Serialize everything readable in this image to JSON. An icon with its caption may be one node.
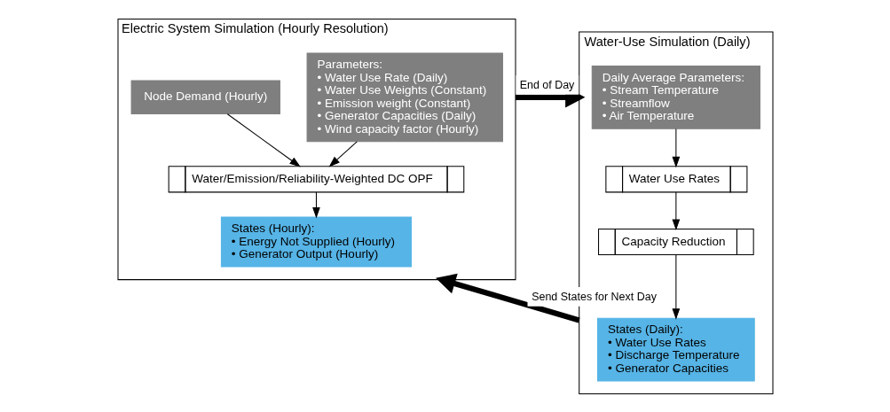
{
  "diagram": {
    "nodes": [
      {
        "text": [
          "Electric System Simulation (Hourly Resolution)"
        ]
      },
      {
        "text": [
          "Parameters:",
          "• Water Use Rate (Daily)",
          "• Water Use Weights (Constant)",
          "• Emission weight (Constant)",
          "• Generator Capacities (Daily)",
          "• Wind capacity factor (Hourly)"
        ],
        "in": 0
      },
      {
        "text": [
          "Node Demand (Hourly)"
        ],
        "in": 0
      },
      {
        "text": [
          "Water/Emission/Reliability-Weighted DC OPF"
        ],
        "in": 0
      },
      {
        "text": [
          "States (Hourly):",
          "• Energy Not Supplied (Hourly)",
          "• Generator Output (Hourly)"
        ],
        "in": 0
      },
      {
        "text": [
          "Water-Use Simulation (Daily)"
        ]
      },
      {
        "text": [
          "Daily Average Parameters:",
          "• Stream Temperature",
          "• Streamflow",
          "• Air Temperature"
        ],
        "in": 5
      },
      {
        "text": [
          "Water Use Rates"
        ],
        "in": 5
      },
      {
        "text": [
          "Capacity Reduction"
        ],
        "in": 5
      },
      {
        "text": [
          "States (Daily):",
          "• Water Use Rates",
          "• Discharge Temperature",
          "• Generator Capacities"
        ],
        "in": 5
      }
    ],
    "edges": [
      {
        "from": 1,
        "to": 3,
        "arrow": "to"
      },
      {
        "from": 2,
        "to": 3,
        "arrow": "to"
      },
      {
        "from": 3,
        "to": 4,
        "arrow": "to"
      },
      {
        "from": 6,
        "to": 7,
        "arrow": "to"
      },
      {
        "from": 7,
        "to": 8,
        "arrow": "to"
      },
      {
        "from": 8,
        "to": 9,
        "arrow": "to"
      },
      {
        "from": 0,
        "to": 5,
        "arrow": "to",
        "label": "End of Day",
        "style": "thick"
      },
      {
        "from": 5,
        "to": 0,
        "arrow": "to",
        "label": "Send States for Next Day",
        "style": "thick"
      }
    ]
  }
}
